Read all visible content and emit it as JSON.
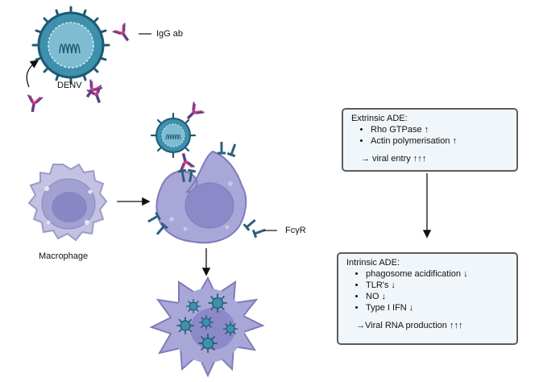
{
  "labels": {
    "igg": "IgG ab",
    "denv": "DENV",
    "macrophage": "Macrophage",
    "fcgr": "FcγR"
  },
  "extrinsic": {
    "title": "Extrinsic ADE:",
    "items": [
      "Rho GTPase ↑",
      "Actin polymerisation ↑"
    ],
    "result": "→ viral entry ↑↑↑"
  },
  "intrinsic": {
    "title": "Intrinsic ADE:",
    "items": [
      "phagosome acidification ↓",
      "TLR's ↓",
      "NO ↓",
      "Type I IFN ↓"
    ],
    "result": "→Viral RNA production ↑↑↑"
  },
  "colors": {
    "virus": "#3e90ad",
    "virus_dark": "#1d5a72",
    "cell": "#a8a7d8",
    "cell_dark": "#7e7cba",
    "nucleus": "#7c79c4",
    "antibody_heavy": "#c23a86",
    "antibody_light": "#5e3f86",
    "receptor": "#2f5f7c",
    "box_bg": "#f1f6fa",
    "box_border": "#5c5c5c"
  }
}
